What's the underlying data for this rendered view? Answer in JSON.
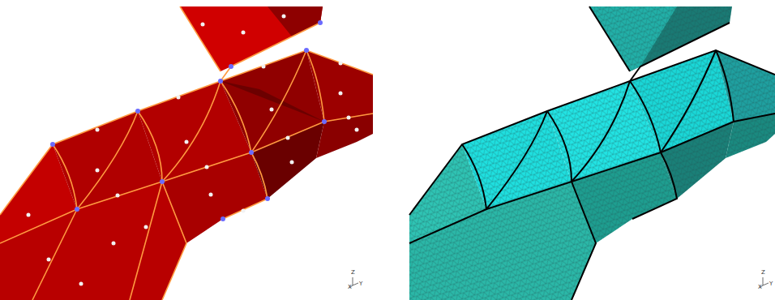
{
  "diagram": {
    "labels": [
      "Z",
      "X",
      "Y",
      "Z",
      "X",
      "Y"
    ]
  }
}
